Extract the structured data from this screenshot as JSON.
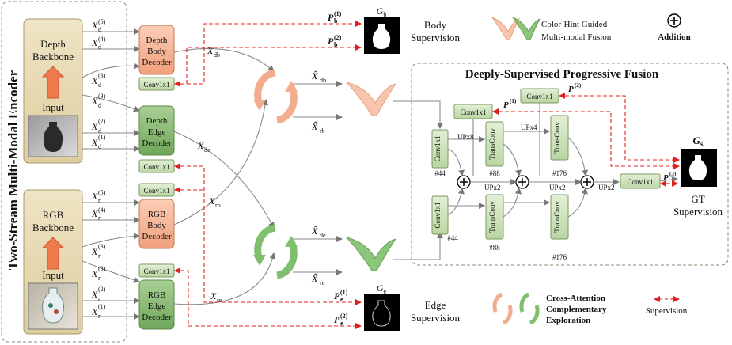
{
  "encoder": {
    "title": "Two-Stream Multi-Modal Encoder",
    "depth_backbone": "Depth Backbone",
    "rgb_backbone": "RGB Backbone",
    "input": "Input",
    "depth_features": [
      "X",
      "X",
      "X",
      "X",
      "X"
    ],
    "depth_sub": "d",
    "rgb_sub": "r",
    "levels": [
      "(5)",
      "(4)",
      "(3)",
      "(3)",
      "(2)",
      "(1)"
    ]
  },
  "decoders": {
    "depth_body": "Depth Body Decoder",
    "depth_edge": "Depth Edge Decoder",
    "rgb_body": "RGB Body Decoder",
    "rgb_edge": "RGB Edge Decoder",
    "conv": "Conv1x1"
  },
  "streams": {
    "x_db": "X",
    "x_db_sub": "db",
    "x_de": "X",
    "x_de_sub": "de",
    "x_rb": "X",
    "x_rb_sub": "rb",
    "x_re": "X",
    "x_re_sub": "re",
    "hat_db": "db",
    "hat_rb": "rb",
    "hat_de": "de",
    "hat_re": "re"
  },
  "supervision": {
    "body": "Body Supervision",
    "body_line1": "Body",
    "body_line2": "Supervision",
    "edge_line1": "Edge",
    "edge_line2": "Supervision",
    "gt_line1": "GT",
    "gt_line2": "Supervision",
    "gb": "G",
    "gb_sub": "b",
    "ge": "G",
    "ge_sub": "e",
    "gs": "G",
    "gs_sub": "s",
    "pb1": "(1)",
    "pb2": "(2)",
    "pe1": "(1)",
    "pe2": "(2)"
  },
  "legend": {
    "fusion_line1": "Color-Hint Guided",
    "fusion_line2": "Multi-modal Fusion",
    "addition": "Addition",
    "cross_line1": "Cross-Attention",
    "cross_line2": "Complementary",
    "cross_line3": "Exploration",
    "supervision": "Supervision"
  },
  "progressive": {
    "title": "Deeply-Supervised Progressive Fusion",
    "conv": "Conv1x1",
    "transconv": "TransConv",
    "upx8": "UPx8",
    "upx4": "UPx4",
    "upx2": "UPx2",
    "c44": "#44",
    "c88": "#88",
    "c176": "#176",
    "r1": "(1)",
    "r2": "(2)",
    "r3": "(3)"
  },
  "colors": {
    "beige": "#e6d8b2",
    "salmon": "#f6b79c",
    "green": "#8fbf7a",
    "lightgreen": "#cfe3bb",
    "red": "#e02020"
  }
}
